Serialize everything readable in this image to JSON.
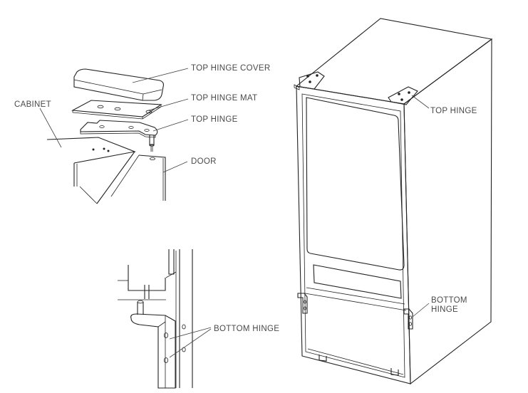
{
  "labels": {
    "top_hinge_cover": "TOP HINGE COVER",
    "top_hinge_mat": "TOP HINGE MAT",
    "top_hinge": "TOP HINGE",
    "cabinet": "CABINET",
    "door": "DOOR",
    "bottom_hinge_detail": "BOTTOM HINGE",
    "top_hinge_right": "TOP HINGE",
    "bottom_hinge_right_line1": "BOTTOM",
    "bottom_hinge_right_line2": "HINGE"
  }
}
